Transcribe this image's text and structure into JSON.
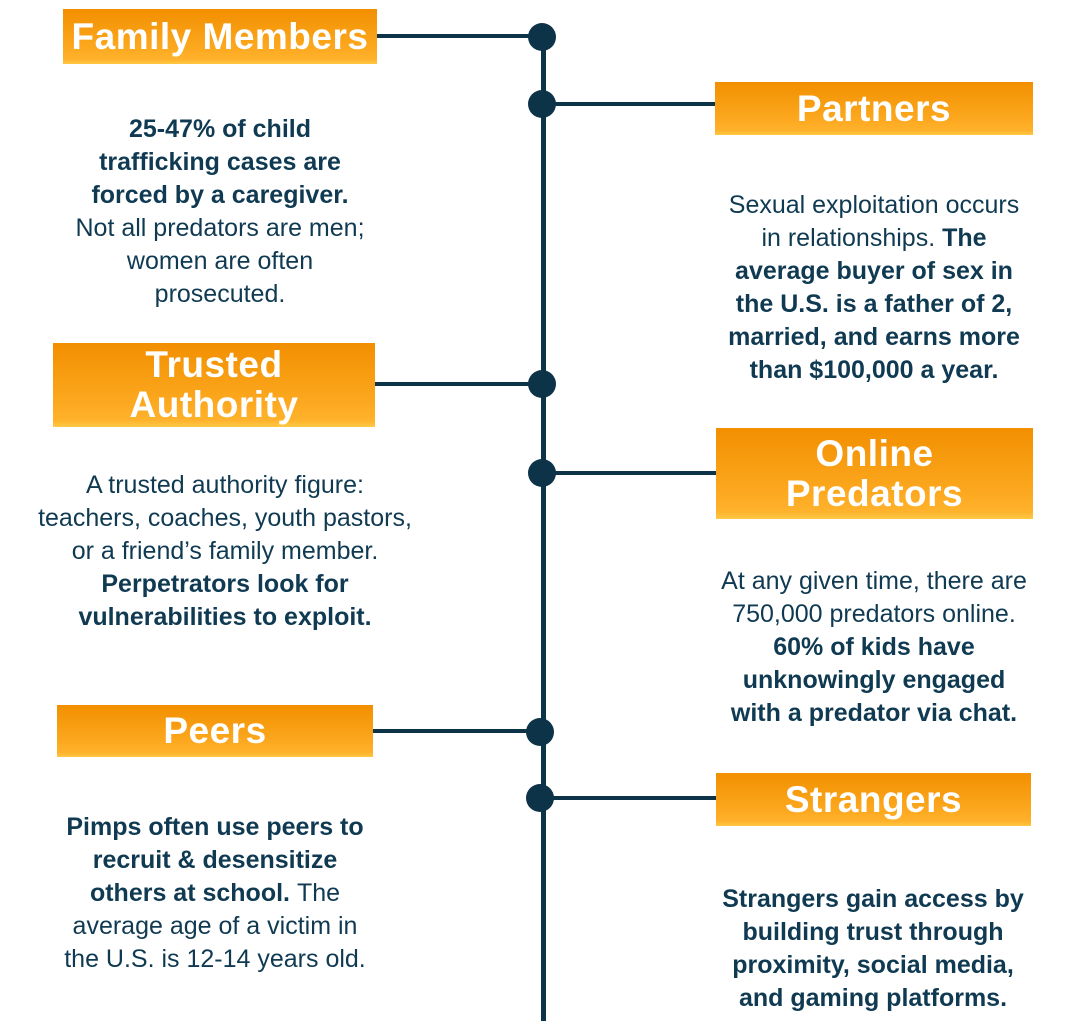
{
  "palette": {
    "navy_line": "#0d3348",
    "navy_text": "#0f3a52",
    "orange_gradient_top": "#f28f00",
    "orange_gradient_bottom": "#ffb22c",
    "title_text_color": "#ffffff"
  },
  "sections": [
    {
      "title": "Family Members",
      "side": "left",
      "segments": [
        {
          "bold": true,
          "text": "25-47% of child\ntrafficking cases are\nforced by a caregiver."
        },
        {
          "bold": false,
          "text": "\nNot all predators are men;\nwomen are often\nprosecuted."
        }
      ]
    },
    {
      "title": "Partners",
      "side": "right",
      "segments": [
        {
          "bold": false,
          "text": "Sexual exploitation occurs\nin relationships. "
        },
        {
          "bold": true,
          "text": "The\naverage buyer of sex in\nthe U.S. is a father of 2,\nmarried, and earns more\nthan $100,000 a year."
        }
      ]
    },
    {
      "title": "Trusted\nAuthority",
      "side": "left",
      "segments": [
        {
          "bold": false,
          "text": "A trusted authority figure:\nteachers, coaches, youth pastors,\nor a friend’s family member."
        },
        {
          "bold": true,
          "text": "\nPerpetrators look for\nvulnerabilities to exploit."
        }
      ]
    },
    {
      "title": "Online\nPredators",
      "side": "right",
      "segments": [
        {
          "bold": false,
          "text": "At any given time, there are\n750,000 predators online."
        },
        {
          "bold": true,
          "text": "\n60% of kids have\nunknowingly engaged\nwith a predator via chat."
        }
      ]
    },
    {
      "title": "Peers",
      "side": "left",
      "segments": [
        {
          "bold": true,
          "text": "Pimps often use peers to\nrecruit & desensitize\nothers at school. "
        },
        {
          "bold": false,
          "text": "The\naverage age of a victim in\nthe U.S. is 12-14 years old."
        }
      ]
    },
    {
      "title": "Strangers",
      "side": "right",
      "segments": [
        {
          "bold": true,
          "text": "Strangers gain access by\nbuilding trust through\nproximity, social media,\nand gaming platforms."
        }
      ]
    }
  ]
}
